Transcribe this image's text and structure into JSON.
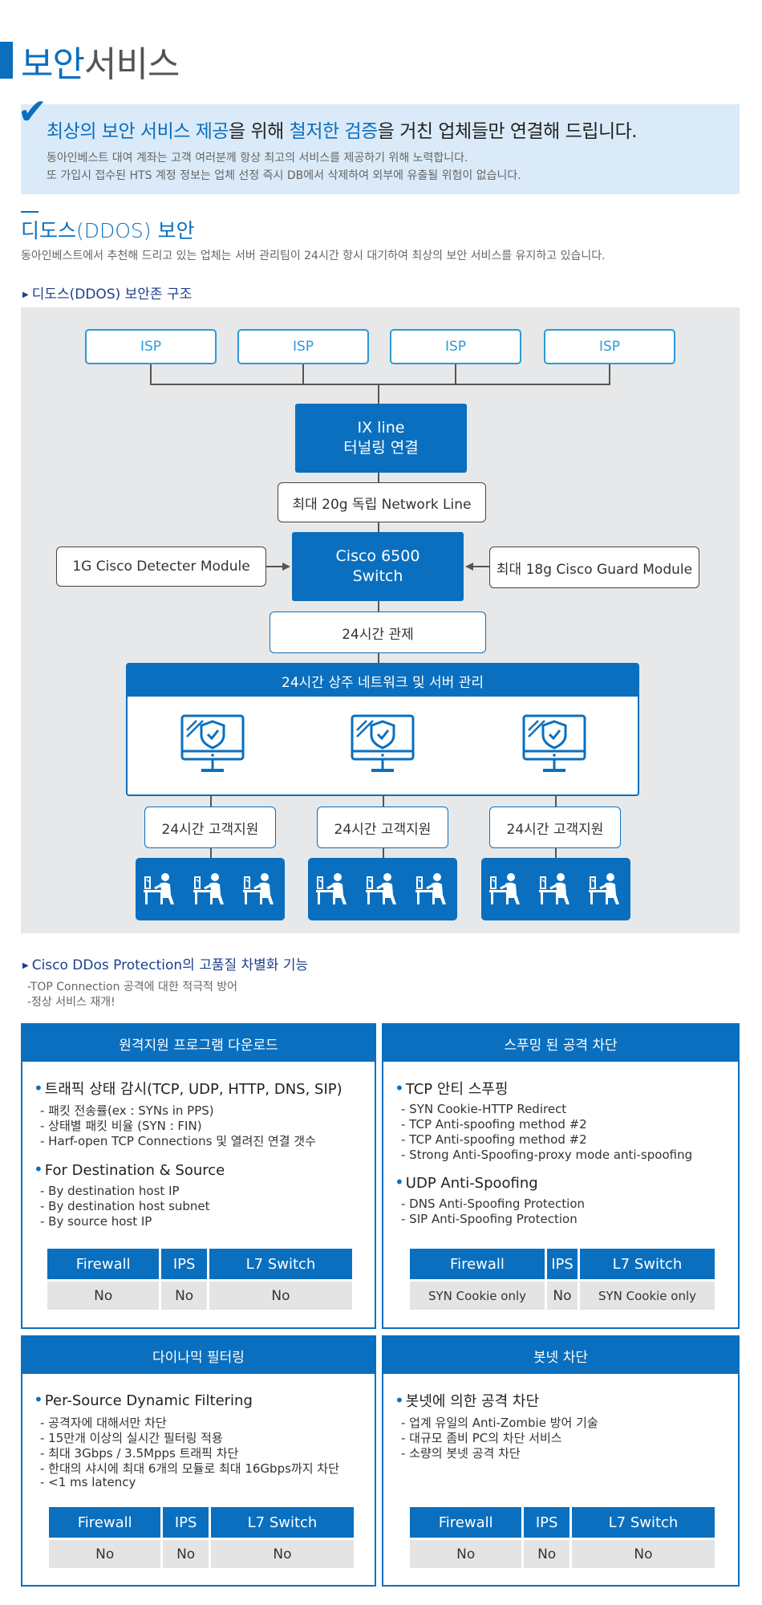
{
  "page": {
    "title_highlight": "보안",
    "title_rest": "서비스"
  },
  "notice": {
    "head_part1": "최상의 보안 서비스 제공",
    "head_part2": "을 위해 ",
    "head_part3": "철저한 검증",
    "head_part4": "을 거친 업체들만 연결해 드립니다.",
    "line1": "동아인베스트 대여 계좌는 고객 여러분께 항상 최고의 서비스를 제공하기 위해 노력합니다.",
    "line2": "또 가입시 접수된 HTS 계정 정보는 업체 선정 즉시 DB에서 삭제하여 외부에 유출될 위험이 없습니다."
  },
  "ddos": {
    "title": "디도스(DDOS) 보안",
    "desc": "동아인베스트에서 추천해 드리고 있는 업체는 서버 관리팀이 24시간 항시 대기하여 최상의 보안 서비스를 유지하고 있습니다.",
    "structure_title": "디도스(DDOS) 보안존 구조"
  },
  "diagram": {
    "isp": [
      "ISP",
      "ISP",
      "ISP",
      "ISP"
    ],
    "ix_line1": "IX line",
    "ix_line2": "터널링 연결",
    "network_line": "최대 20g 독립 Network Line",
    "switch_line1": "Cisco 6500",
    "switch_line2": "Switch",
    "detecter": "1G Cisco Detecter Module",
    "guard": "최대 18g Cisco Guard Module",
    "monitoring": "24시간 관제",
    "management": "24시간 상주 네트워크 및 서버 관리",
    "support": [
      "24시간 고객지원",
      "24시간 고객지원",
      "24시간 고객지원"
    ]
  },
  "features": {
    "title": "Cisco DDos Protection의 고품질 차별화 기능",
    "line1": "-TOP Connection 공격에 대한 적극적 방어",
    "line2": "-정상 서비스 재개!",
    "table_headers": [
      "Firewall",
      "IPS",
      "L7 Switch"
    ],
    "cards": [
      {
        "title": "원격지원 프로그램 다운로드",
        "groups": [
          {
            "title": "트래픽 상태 감시(TCP, UDP, HTTP, DNS, SIP)",
            "items": [
              "- 패킷 전송률(ex : SYNs in PPS)",
              "- 상태별 패킷 비율 (SYN : FIN)",
              "- Harf-open TCP Connections 및 열려진 연결 갯수"
            ]
          },
          {
            "title": "For Destination & Source",
            "items": [
              "- By destination host IP",
              "- By destination host subnet",
              "- By source host IP"
            ]
          }
        ],
        "values": [
          "No",
          "No",
          "No"
        ]
      },
      {
        "title": "스푸밍 된 공격 차단",
        "groups": [
          {
            "title": "TCP 안티 스푸핑",
            "items": [
              "- SYN Cookie-HTTP Redirect",
              "- TCP Anti-spoofing method #2",
              "- TCP Anti-spoofing method #2",
              "- Strong Anti-Spoofing-proxy mode anti-spoofing"
            ]
          },
          {
            "title": "UDP Anti-Spoofing",
            "items": [
              "- DNS Anti-Spoofing Protection",
              "- SIP Anti-Spoofing Protection"
            ]
          }
        ],
        "values": [
          "SYN Cookie only",
          "No",
          "SYN Cookie only"
        ]
      },
      {
        "title": "다이나믹 필터링",
        "groups": [
          {
            "title": "Per-Source Dynamic Filtering",
            "items": [
              "- 공격자에 대해서만 차단",
              "- 15만개 이상의 실시간 필터링 적용",
              "- 최대 3Gbps / 3.5Mpps 트래픽 차단",
              "- 한대의 샤시에 최대 6개의 모듈로 최대 16Gbps까지 차단",
              "- <1 ms latency"
            ]
          }
        ],
        "values": [
          "No",
          "No",
          "No"
        ]
      },
      {
        "title": "봇넷 차단",
        "groups": [
          {
            "title": "봇넷에 의한 공격 차단",
            "items": [
              "- 업계 유일의 Anti-Zombie 방어 기술",
              "- 대규모 좀비 PC의 차단 서비스",
              "- 소량의 봇넷 공격 차단"
            ]
          }
        ],
        "values": [
          "No",
          "No",
          "No"
        ]
      }
    ]
  }
}
